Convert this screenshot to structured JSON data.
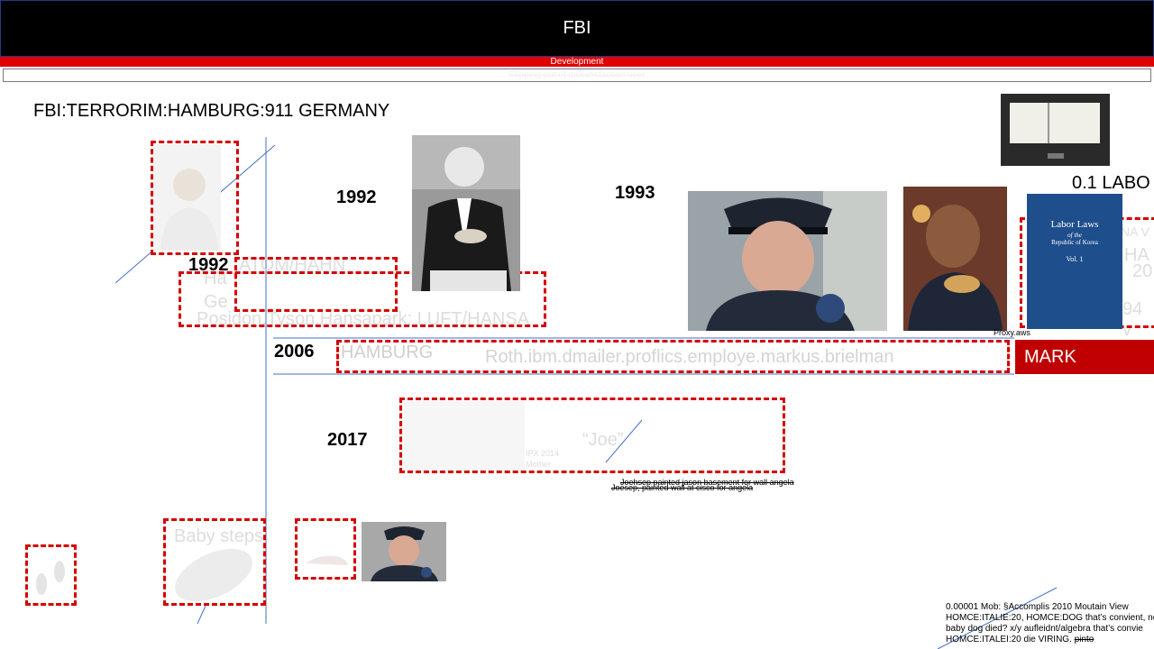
{
  "header": {
    "title": "FBI",
    "subtitle": "Development",
    "banner": "Slipping out of dissatisfaction user"
  },
  "main_title": "FBI:TERRORIM:HAMBURG:911 GERMANY",
  "years": {
    "y1992a": "1992",
    "y1992b": "1992",
    "y1993": "1993",
    "y2006": "2006",
    "y2017": "2017"
  },
  "labels": {
    "labo": "0.1 LABO",
    "mark": "MARK",
    "hamburg": "HAMBURG",
    "roth": "Roth.ibm.dmailer.proflics.employe.markus.brielman",
    "posidon": "Posidon.Tyson.Hansapark: LUFT/HANSA",
    "atom": "ATOM/HAHN",
    "ha": "Ha",
    "ge": "Ge",
    "joe": "“Joe”",
    "ipx": "IPX 2014",
    "ipx_note": "Mother",
    "baby_steps": "Baby steps",
    "proxy": "Proxy.aws",
    "joe_note1": "Joehsep painted jason basement for wall angela",
    "joe_note2": "Joesep, painted wall at cisco for angela",
    "book_title": "Labor Laws",
    "book_sub1": "of the",
    "book_sub2": "Republic of Korea",
    "book_vol": "Vol. 1",
    "book_na": "NA V",
    "book_ha": "HA",
    "book_20": "20",
    "book_94": "94 v"
  },
  "notes": {
    "line1": "0.00001 Mob: §Accomplis 2010 Moutain View",
    "line2": "HOMCE:ITALIE:20, HOMCE:DOG  that’s convient, nev",
    "line3": "baby dog died? x/y  aufleidnt/algebra  that’s convie",
    "line4": "HOMCE:ITALEI:20 die VIRING.",
    "line4_strike": "pinto"
  },
  "colors": {
    "header_bg": "#000000",
    "accent_red": "#e00000",
    "dash_red": "#d40000",
    "line_blue": "#4472c4",
    "book_blue": "#1f4e8c"
  }
}
